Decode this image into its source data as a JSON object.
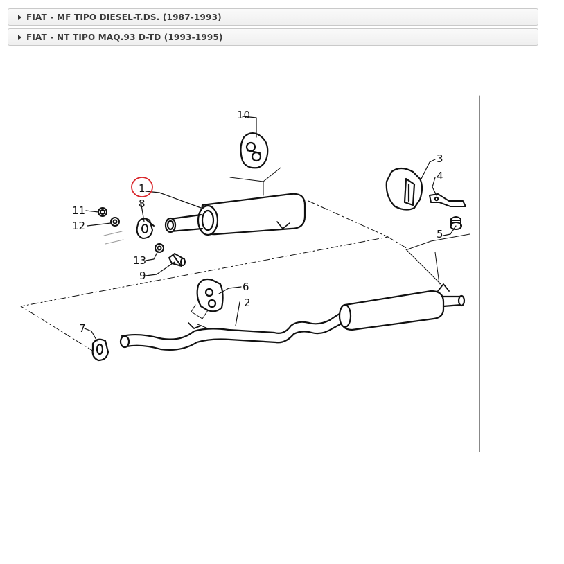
{
  "accordion": [
    {
      "label": "FIAT - MF TIPO DIESEL-T.DS. (1987-1993)"
    },
    {
      "label": "FIAT - NT TIPO MAQ.93 D-TD (1993-1995)"
    }
  ],
  "diagram": {
    "labels": {
      "p1": "1",
      "p2": "2",
      "p3": "3",
      "p4": "4",
      "p5": "5",
      "p6": "6",
      "p7": "7",
      "p8": "8",
      "p9": "9",
      "p10": "10",
      "p11": "11",
      "p12": "12",
      "p13": "13"
    },
    "highlight_color": "#d9262b"
  }
}
